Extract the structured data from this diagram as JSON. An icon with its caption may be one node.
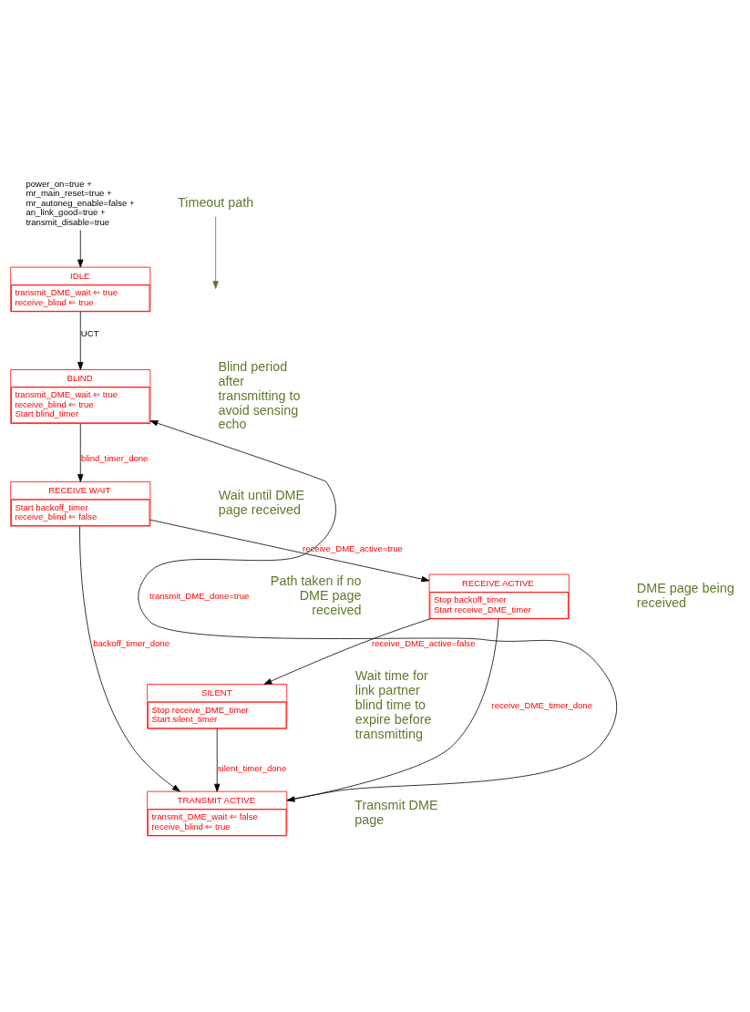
{
  "diagram": {
    "nodes": [
      {
        "text": [
          "power_on=true + mr_main_reset=true + mr_autoneg_enable=false + an_link_good=true + transmit_disable=true"
        ]
      },
      {
        "text": [
          "IDLE",
          "transmit_DME_wait ⇐ true",
          "receive_blind ⇐ true"
        ]
      },
      {
        "text": [
          "BLIND",
          "transmit_DME_wait ⇐ true",
          "receive_blind ⇐ true",
          "Start blind_timer"
        ]
      },
      {
        "text": [
          "RECEIVE WAIT",
          "Start backoff_timer",
          "receive_blind ⇐ false"
        ]
      },
      {
        "text": [
          "RECEIVE ACTIVE",
          "Stop backoff_timer",
          "Start receive_DME_timer"
        ]
      },
      {
        "text": [
          "SILENT",
          "Stop receive_DME_timer",
          "Start silent_timer"
        ]
      },
      {
        "text": [
          "TRANSMIT ACTIVE",
          "transmit_DME_wait ⇐ false",
          "receive_blind ⇐ true"
        ]
      },
      {
        "text": [
          "Timeout path"
        ]
      }
    ],
    "edges": [
      {
        "from": 0,
        "to": 1,
        "arrow": "to"
      },
      {
        "from": 1,
        "to": 2,
        "arrow": "to",
        "label": "UCT"
      },
      {
        "from": 2,
        "to": 3,
        "arrow": "to",
        "label": "blind_timer_done"
      },
      {
        "from": 3,
        "to": 6,
        "arrow": "to",
        "label": "backoff_timer_done"
      },
      {
        "from": 3,
        "to": 4,
        "arrow": "to",
        "label": "receive_DME_active=true"
      },
      {
        "from": 4,
        "to": 6,
        "arrow": "to",
        "label": "receive_DME_timer_done"
      },
      {
        "from": 4,
        "to": 5,
        "arrow": "to",
        "label": "receive_DME_active=false"
      },
      {
        "from": 5,
        "to": 6,
        "arrow": "to",
        "label": "silent_timer_done"
      },
      {
        "from": 6,
        "to": 2,
        "arrow": "to",
        "label": "transmit_DME_done=true"
      },
      {
        "from": 7,
        "to": null,
        "arrow": "to",
        "color": "#5f7a2e"
      }
    ],
    "labels": [
      "Blind period after transmitting to avoid sensing echo",
      "Wait until DME page received",
      "Path taken if no DME page received",
      "DME page being received",
      "Wait time for link partner blind time to expire before transmitting",
      "Transmit DME page"
    ]
  }
}
